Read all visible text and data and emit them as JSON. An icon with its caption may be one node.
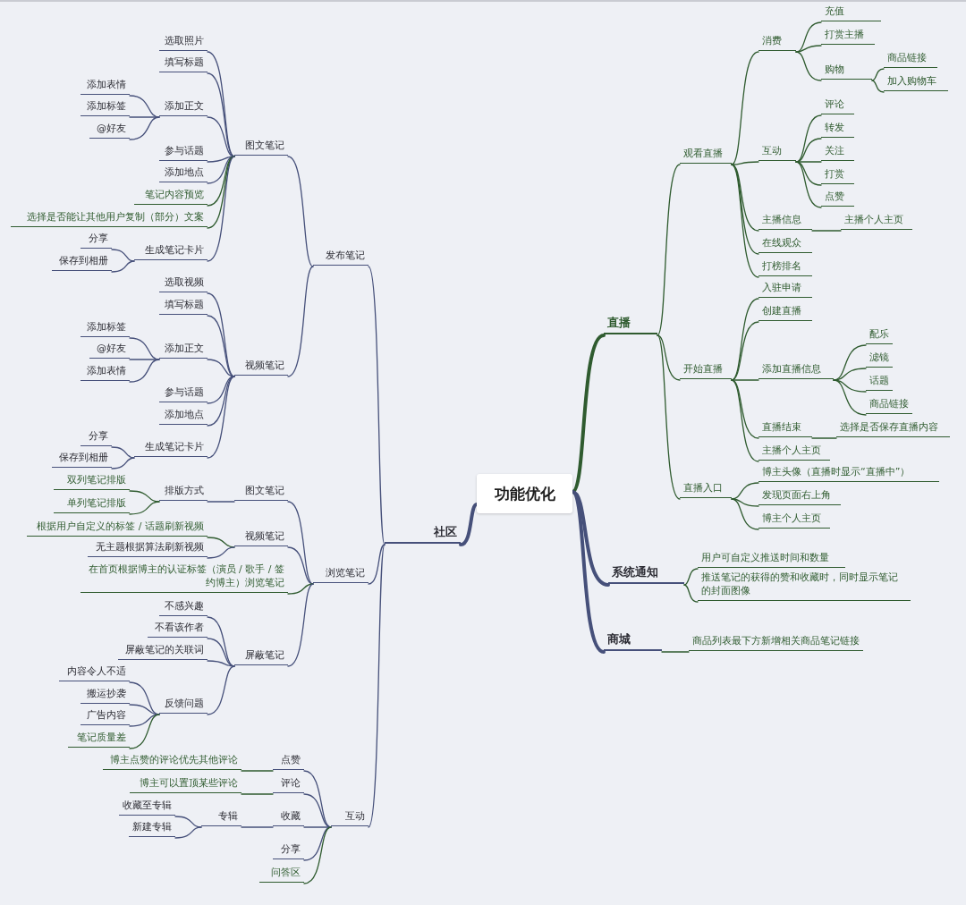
{
  "diagram": {
    "nodes": [
      {
        "text": [
          "功能优化"
        ]
      },
      {
        "text": [
          "社区"
        ]
      },
      {
        "text": [
          "发布笔记"
        ]
      },
      {
        "text": [
          "图文笔记"
        ]
      },
      {
        "text": [
          "选取照片"
        ]
      },
      {
        "text": [
          "填写标题"
        ]
      },
      {
        "text": [
          "添加正文"
        ]
      },
      {
        "text": [
          "添加表情"
        ]
      },
      {
        "text": [
          "添加标签"
        ]
      },
      {
        "text": [
          "@好友"
        ]
      },
      {
        "text": [
          "参与话题"
        ]
      },
      {
        "text": [
          "添加地点"
        ]
      },
      {
        "text": [
          "笔记内容预览"
        ]
      },
      {
        "text": [
          "选择是否能让其他用户复制（部分）文案"
        ]
      },
      {
        "text": [
          "生成笔记卡片"
        ]
      },
      {
        "text": [
          "分享"
        ]
      },
      {
        "text": [
          "保存到相册"
        ]
      },
      {
        "text": [
          "视频笔记"
        ]
      },
      {
        "text": [
          "选取视频"
        ]
      },
      {
        "text": [
          "填写标题"
        ]
      },
      {
        "text": [
          "添加正文"
        ]
      },
      {
        "text": [
          "添加标签"
        ]
      },
      {
        "text": [
          "@好友"
        ]
      },
      {
        "text": [
          "添加表情"
        ]
      },
      {
        "text": [
          "参与话题"
        ]
      },
      {
        "text": [
          "添加地点"
        ]
      },
      {
        "text": [
          "生成笔记卡片"
        ]
      },
      {
        "text": [
          "分享"
        ]
      },
      {
        "text": [
          "保存到相册"
        ]
      },
      {
        "text": [
          "浏览笔记"
        ]
      },
      {
        "text": [
          "图文笔记"
        ]
      },
      {
        "text": [
          "排版方式"
        ]
      },
      {
        "text": [
          "双列笔记排版"
        ]
      },
      {
        "text": [
          "单列笔记排版"
        ]
      },
      {
        "text": [
          "视频笔记"
        ]
      },
      {
        "text": [
          "根据用户自定义的标签 / 话题刷新视频"
        ]
      },
      {
        "text": [
          "无主题根据算法刷新视频"
        ]
      },
      {
        "text": [
          "在首页根据博主的认证标签（演员 / 歌手 / 签约博主）浏览笔记"
        ]
      },
      {
        "text": [
          "屏蔽笔记"
        ]
      },
      {
        "text": [
          "不感兴趣"
        ]
      },
      {
        "text": [
          "不看该作者"
        ]
      },
      {
        "text": [
          "屏蔽笔记的关联词"
        ]
      },
      {
        "text": [
          "反馈问题"
        ]
      },
      {
        "text": [
          "内容令人不适"
        ]
      },
      {
        "text": [
          "搬运抄袭"
        ]
      },
      {
        "text": [
          "广告内容"
        ]
      },
      {
        "text": [
          "笔记质量差"
        ]
      },
      {
        "text": [
          "互动"
        ]
      },
      {
        "text": [
          "点赞"
        ]
      },
      {
        "text": [
          "博主点赞的评论优先其他评论"
        ]
      },
      {
        "text": [
          "评论"
        ]
      },
      {
        "text": [
          "博主可以置顶某些评论"
        ]
      },
      {
        "text": [
          "收藏"
        ]
      },
      {
        "text": [
          "专辑"
        ]
      },
      {
        "text": [
          "收藏至专辑"
        ]
      },
      {
        "text": [
          "新建专辑"
        ]
      },
      {
        "text": [
          "分享"
        ]
      },
      {
        "text": [
          "问答区"
        ]
      },
      {
        "text": [
          "直播"
        ]
      },
      {
        "text": [
          "观看直播"
        ]
      },
      {
        "text": [
          "消费"
        ]
      },
      {
        "text": [
          "充值"
        ]
      },
      {
        "text": [
          "打赏主播"
        ]
      },
      {
        "text": [
          "购物"
        ]
      },
      {
        "text": [
          "商品链接"
        ]
      },
      {
        "text": [
          "加入购物车"
        ]
      },
      {
        "text": [
          "互动"
        ]
      },
      {
        "text": [
          "评论"
        ]
      },
      {
        "text": [
          "转发"
        ]
      },
      {
        "text": [
          "关注"
        ]
      },
      {
        "text": [
          "打赏"
        ]
      },
      {
        "text": [
          "点赞"
        ]
      },
      {
        "text": [
          "主播信息"
        ]
      },
      {
        "text": [
          "主播个人主页"
        ]
      },
      {
        "text": [
          "在线观众"
        ]
      },
      {
        "text": [
          "打榜排名"
        ]
      },
      {
        "text": [
          "开始直播"
        ]
      },
      {
        "text": [
          "入驻申请"
        ]
      },
      {
        "text": [
          "创建直播"
        ]
      },
      {
        "text": [
          "添加直播信息"
        ]
      },
      {
        "text": [
          "配乐"
        ]
      },
      {
        "text": [
          "滤镜"
        ]
      },
      {
        "text": [
          "话题"
        ]
      },
      {
        "text": [
          "商品链接"
        ]
      },
      {
        "text": [
          "直播结束"
        ]
      },
      {
        "text": [
          "选择是否保存直播内容"
        ]
      },
      {
        "text": [
          "主播个人主页"
        ]
      },
      {
        "text": [
          "直播入口"
        ]
      },
      {
        "text": [
          "博主头像（直播时显示“直播中”）"
        ]
      },
      {
        "text": [
          "发现页面右上角"
        ]
      },
      {
        "text": [
          "博主个人主页"
        ]
      },
      {
        "text": [
          "系统通知"
        ]
      },
      {
        "text": [
          "用户可自定义推送时间和数量"
        ]
      },
      {
        "text": [
          "推送笔记的获得的赞和收藏时，同时显示笔记的封面图像"
        ]
      },
      {
        "text": [
          "商城"
        ]
      },
      {
        "text": [
          "商品列表最下方新增相关商品笔记链接"
        ]
      }
    ],
    "edges": [
      {
        "from": 0,
        "to": 1,
        "arrow": "none",
        "style": "thick"
      },
      {
        "from": 1,
        "to": 2,
        "arrow": "none"
      },
      {
        "from": 1,
        "to": 29,
        "arrow": "none"
      },
      {
        "from": 1,
        "to": 47,
        "arrow": "none"
      },
      {
        "from": 2,
        "to": 3,
        "arrow": "none"
      },
      {
        "from": 2,
        "to": 17,
        "arrow": "none"
      },
      {
        "from": 3,
        "to": 4,
        "arrow": "none"
      },
      {
        "from": 3,
        "to": 5,
        "arrow": "none"
      },
      {
        "from": 3,
        "to": 6,
        "arrow": "none"
      },
      {
        "from": 3,
        "to": 10,
        "arrow": "none"
      },
      {
        "from": 3,
        "to": 11,
        "arrow": "none"
      },
      {
        "from": 3,
        "to": 12,
        "arrow": "none",
        "color": "#2f5b2f"
      },
      {
        "from": 3,
        "to": 13,
        "arrow": "none",
        "color": "#2f5b2f"
      },
      {
        "from": 3,
        "to": 14,
        "arrow": "none"
      },
      {
        "from": 6,
        "to": 7,
        "arrow": "none"
      },
      {
        "from": 6,
        "to": 8,
        "arrow": "none"
      },
      {
        "from": 6,
        "to": 9,
        "arrow": "none"
      },
      {
        "from": 14,
        "to": 15,
        "arrow": "none"
      },
      {
        "from": 14,
        "to": 16,
        "arrow": "none"
      },
      {
        "from": 17,
        "to": 18,
        "arrow": "none"
      },
      {
        "from": 17,
        "to": 19,
        "arrow": "none"
      },
      {
        "from": 17,
        "to": 20,
        "arrow": "none"
      },
      {
        "from": 17,
        "to": 24,
        "arrow": "none"
      },
      {
        "from": 17,
        "to": 25,
        "arrow": "none"
      },
      {
        "from": 17,
        "to": 26,
        "arrow": "none"
      },
      {
        "from": 20,
        "to": 21,
        "arrow": "none"
      },
      {
        "from": 20,
        "to": 22,
        "arrow": "none"
      },
      {
        "from": 20,
        "to": 23,
        "arrow": "none"
      },
      {
        "from": 26,
        "to": 27,
        "arrow": "none"
      },
      {
        "from": 26,
        "to": 28,
        "arrow": "none"
      },
      {
        "from": 29,
        "to": 30,
        "arrow": "none"
      },
      {
        "from": 29,
        "to": 34,
        "arrow": "none"
      },
      {
        "from": 29,
        "to": 37,
        "arrow": "none",
        "color": "#2f5b2f"
      },
      {
        "from": 29,
        "to": 38,
        "arrow": "none"
      },
      {
        "from": 30,
        "to": 31,
        "arrow": "none"
      },
      {
        "from": 31,
        "to": 32,
        "arrow": "none",
        "color": "#2f5b2f"
      },
      {
        "from": 31,
        "to": 33,
        "arrow": "none",
        "color": "#2f5b2f"
      },
      {
        "from": 34,
        "to": 35,
        "arrow": "none",
        "color": "#2f5b2f"
      },
      {
        "from": 34,
        "to": 36,
        "arrow": "none"
      },
      {
        "from": 38,
        "to": 39,
        "arrow": "none"
      },
      {
        "from": 38,
        "to": 40,
        "arrow": "none"
      },
      {
        "from": 38,
        "to": 41,
        "arrow": "none"
      },
      {
        "from": 38,
        "to": 42,
        "arrow": "none"
      },
      {
        "from": 42,
        "to": 43,
        "arrow": "none"
      },
      {
        "from": 42,
        "to": 44,
        "arrow": "none"
      },
      {
        "from": 42,
        "to": 45,
        "arrow": "none"
      },
      {
        "from": 42,
        "to": 46,
        "arrow": "none",
        "color": "#2f5b2f"
      },
      {
        "from": 47,
        "to": 48,
        "arrow": "none"
      },
      {
        "from": 47,
        "to": 50,
        "arrow": "none"
      },
      {
        "from": 47,
        "to": 52,
        "arrow": "none"
      },
      {
        "from": 47,
        "to": 56,
        "arrow": "none"
      },
      {
        "from": 47,
        "to": 57,
        "arrow": "none",
        "color": "#2f5b2f"
      },
      {
        "from": 48,
        "to": 49,
        "arrow": "none",
        "color": "#2f5b2f"
      },
      {
        "from": 50,
        "to": 51,
        "arrow": "none",
        "color": "#2f5b2f"
      },
      {
        "from": 52,
        "to": 53,
        "arrow": "none"
      },
      {
        "from": 53,
        "to": 54,
        "arrow": "none"
      },
      {
        "from": 53,
        "to": 55,
        "arrow": "none"
      },
      {
        "from": 0,
        "to": 58,
        "arrow": "none",
        "style": "thick",
        "color": "#2f5b2f"
      },
      {
        "from": 58,
        "to": 59,
        "arrow": "none",
        "color": "#2f5b2f"
      },
      {
        "from": 58,
        "to": 76,
        "arrow": "none",
        "color": "#2f5b2f"
      },
      {
        "from": 58,
        "to": 87,
        "arrow": "none",
        "color": "#2f5b2f"
      },
      {
        "from": 59,
        "to": 60,
        "arrow": "none",
        "color": "#2f5b2f"
      },
      {
        "from": 59,
        "to": 66,
        "arrow": "none",
        "color": "#2f5b2f"
      },
      {
        "from": 59,
        "to": 72,
        "arrow": "none",
        "color": "#2f5b2f"
      },
      {
        "from": 59,
        "to": 74,
        "arrow": "none",
        "color": "#2f5b2f"
      },
      {
        "from": 59,
        "to": 75,
        "arrow": "none",
        "color": "#2f5b2f"
      },
      {
        "from": 60,
        "to": 61,
        "arrow": "none",
        "color": "#2f5b2f"
      },
      {
        "from": 60,
        "to": 62,
        "arrow": "none",
        "color": "#2f5b2f"
      },
      {
        "from": 60,
        "to": 63,
        "arrow": "none",
        "color": "#2f5b2f"
      },
      {
        "from": 63,
        "to": 64,
        "arrow": "none",
        "color": "#2f5b2f"
      },
      {
        "from": 63,
        "to": 65,
        "arrow": "none",
        "color": "#2f5b2f"
      },
      {
        "from": 66,
        "to": 67,
        "arrow": "none",
        "color": "#2f5b2f"
      },
      {
        "from": 66,
        "to": 68,
        "arrow": "none",
        "color": "#2f5b2f"
      },
      {
        "from": 66,
        "to": 69,
        "arrow": "none",
        "color": "#2f5b2f"
      },
      {
        "from": 66,
        "to": 70,
        "arrow": "none",
        "color": "#2f5b2f"
      },
      {
        "from": 66,
        "to": 71,
        "arrow": "none",
        "color": "#2f5b2f"
      },
      {
        "from": 72,
        "to": 73,
        "arrow": "none",
        "color": "#2f5b2f"
      },
      {
        "from": 76,
        "to": 77,
        "arrow": "none",
        "color": "#2f5b2f"
      },
      {
        "from": 76,
        "to": 78,
        "arrow": "none",
        "color": "#2f5b2f"
      },
      {
        "from": 76,
        "to": 79,
        "arrow": "none",
        "color": "#2f5b2f"
      },
      {
        "from": 76,
        "to": 84,
        "arrow": "none",
        "color": "#2f5b2f"
      },
      {
        "from": 76,
        "to": 86,
        "arrow": "none",
        "color": "#2f5b2f"
      },
      {
        "from": 79,
        "to": 80,
        "arrow": "none",
        "color": "#2f5b2f"
      },
      {
        "from": 79,
        "to": 81,
        "arrow": "none",
        "color": "#2f5b2f"
      },
      {
        "from": 79,
        "to": 82,
        "arrow": "none",
        "color": "#2f5b2f"
      },
      {
        "from": 79,
        "to": 83,
        "arrow": "none",
        "color": "#2f5b2f"
      },
      {
        "from": 84,
        "to": 85,
        "arrow": "none",
        "color": "#2f5b2f"
      },
      {
        "from": 87,
        "to": 88,
        "arrow": "none",
        "color": "#2f5b2f"
      },
      {
        "from": 87,
        "to": 89,
        "arrow": "none",
        "color": "#2f5b2f"
      },
      {
        "from": 87,
        "to": 90,
        "arrow": "none",
        "color": "#2f5b2f"
      },
      {
        "from": 0,
        "to": 91,
        "arrow": "none",
        "style": "thick"
      },
      {
        "from": 91,
        "to": 92,
        "arrow": "none",
        "color": "#2f5b2f"
      },
      {
        "from": 91,
        "to": 93,
        "arrow": "none",
        "color": "#2f5b2f"
      },
      {
        "from": 0,
        "to": 94,
        "arrow": "none",
        "style": "thick"
      },
      {
        "from": 94,
        "to": 95,
        "arrow": "none",
        "color": "#2f5b2f"
      }
    ]
  }
}
